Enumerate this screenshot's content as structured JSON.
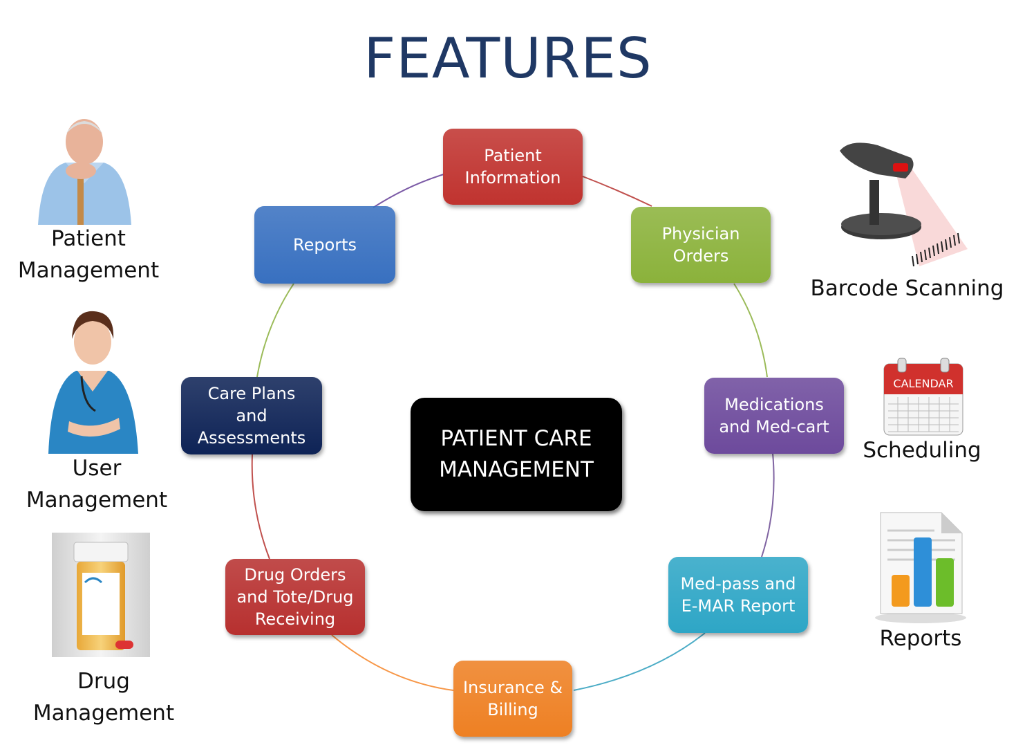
{
  "title": "FEATURES",
  "center": {
    "label": "PATIENT CARE\nMANAGEMENT"
  },
  "nodes": [
    {
      "label": "Patient\nInformation",
      "color": "#c0332f"
    },
    {
      "label": "Physician\nOrders",
      "color": "#8bb23b"
    },
    {
      "label": "Medications\nand Med-cart",
      "color": "#6d4a9c"
    },
    {
      "label": "Med-pass and\nE-MAR Report",
      "color": "#2ea6c6"
    },
    {
      "label": "Insurance &\nBilling",
      "color": "#ee8023"
    },
    {
      "label": "Drug Orders\nand Tote/Drug\nReceiving",
      "color": "#b7302f"
    },
    {
      "label": "Care Plans\nand\nAssessments",
      "color": "#0e2356"
    },
    {
      "label": "Reports",
      "color": "#3870c0"
    }
  ],
  "left_features": [
    {
      "label": "Patient\nManagement",
      "icon": "elderly-patient-icon"
    },
    {
      "label": "User\nManagement",
      "icon": "nurse-icon"
    },
    {
      "label": "Drug\nManagement",
      "icon": "pill-bottle-icon"
    }
  ],
  "right_features": [
    {
      "label": "Barcode Scanning",
      "icon": "barcode-scanner-icon"
    },
    {
      "label": "Scheduling",
      "icon": "calendar-icon",
      "icon_text": "CALENDAR"
    },
    {
      "label": "Reports",
      "icon": "report-chart-icon"
    }
  ]
}
